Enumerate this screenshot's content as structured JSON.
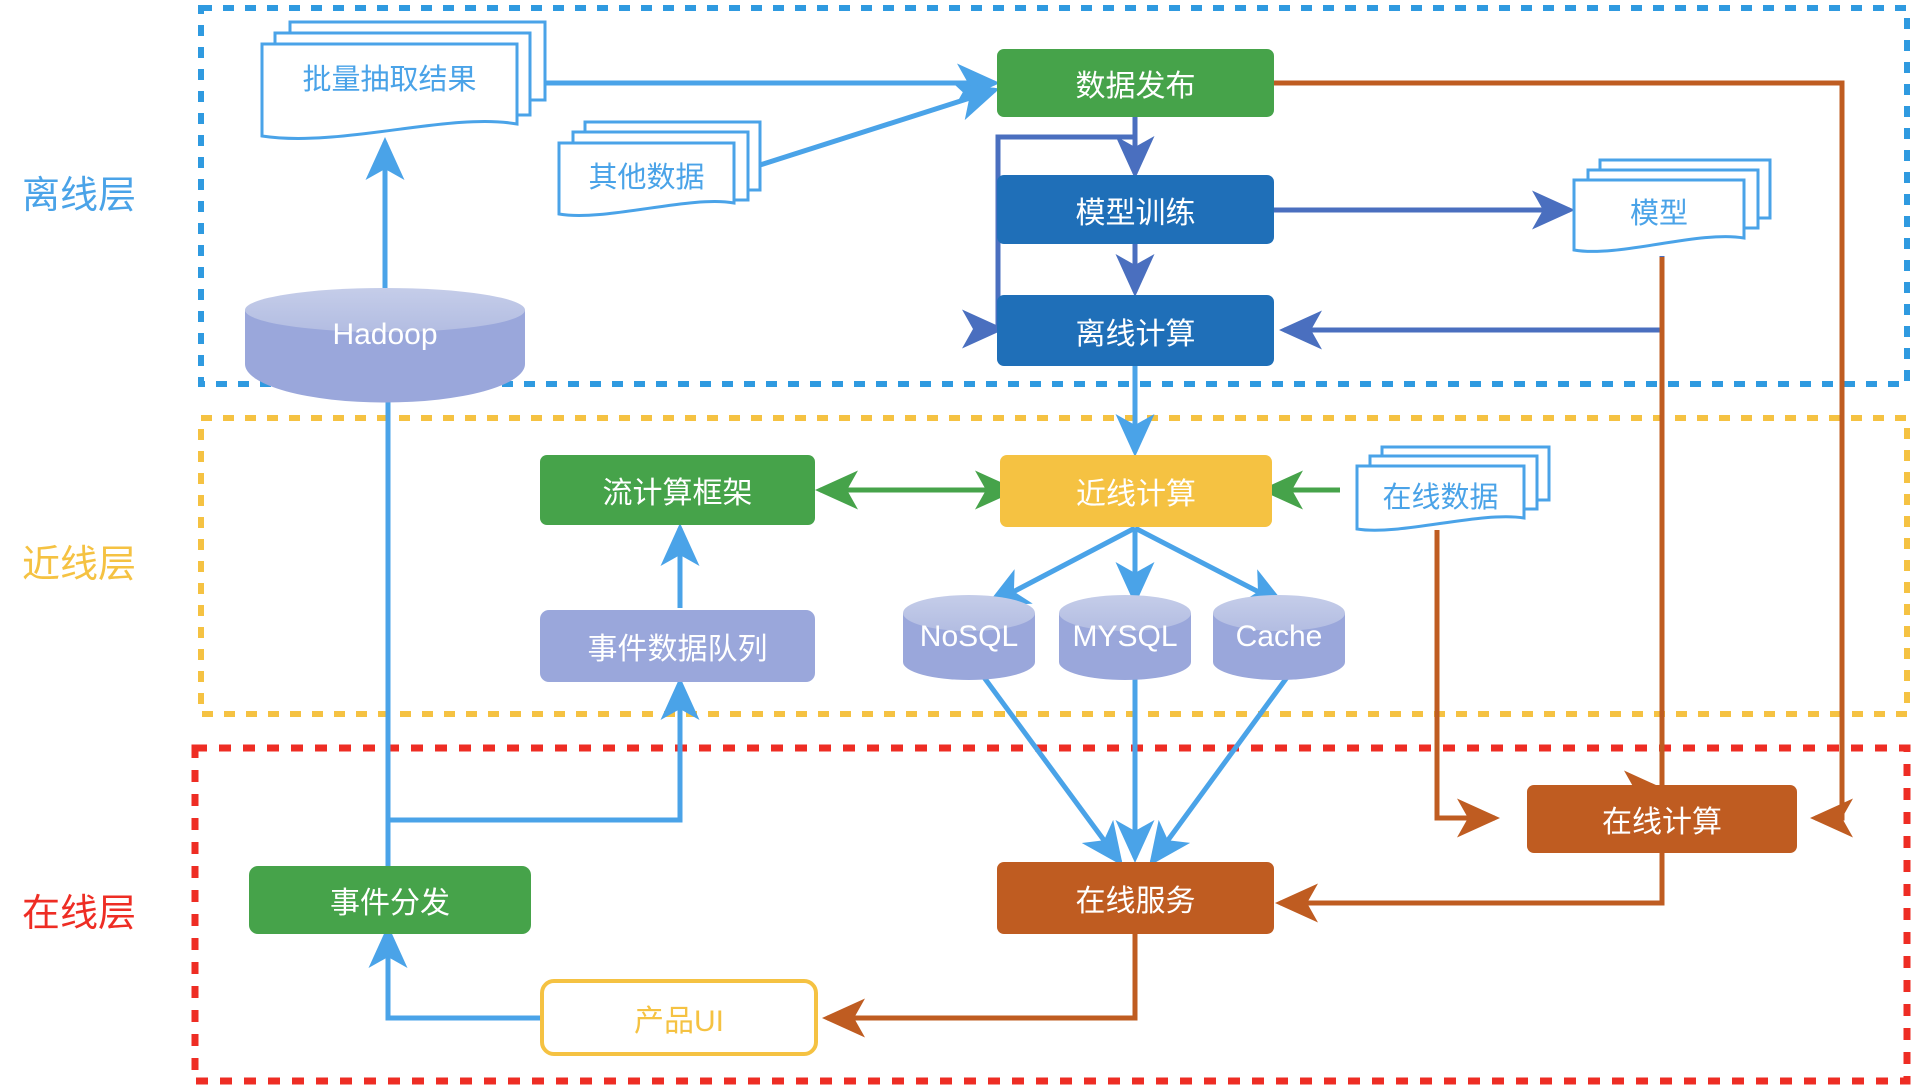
{
  "diagram": {
    "title": "Lambda architecture layered data platform diagram",
    "layers": [
      {
        "id": "offline",
        "label": "离线层",
        "color": "#4aa3e8",
        "border_style": "dotted"
      },
      {
        "id": "nearline",
        "label": "近线层",
        "color": "#f5c242",
        "border_style": "dotted"
      },
      {
        "id": "online",
        "label": "在线层",
        "color": "#ee2d24",
        "border_style": "dotted"
      }
    ],
    "nodes": [
      {
        "id": "batch-extract-result",
        "label": "批量抽取结果",
        "shape": "document-stack",
        "layer": "offline",
        "fill": "#ffffff",
        "stroke": "#4aa3e8",
        "text_color": "#4aa3e8"
      },
      {
        "id": "other-data",
        "label": "其他数据",
        "shape": "document-stack",
        "layer": "offline",
        "fill": "#ffffff",
        "stroke": "#4aa3e8",
        "text_color": "#4aa3e8"
      },
      {
        "id": "hadoop",
        "label": "Hadoop",
        "shape": "cylinder",
        "layer": "offline",
        "fill": "#9aa7db",
        "text_color": "#ffffff"
      },
      {
        "id": "data-publish",
        "label": "数据发布",
        "shape": "rounded-rect",
        "layer": "offline",
        "fill": "#4aa койка",
        "text_color": "#ffffff"
      },
      {
        "id": "model-training",
        "label": "模型训练",
        "shape": "rounded-rect",
        "layer": "offline",
        "fill": "#1f6fb8",
        "text_color": "#ffffff"
      },
      {
        "id": "offline-compute",
        "label": "离线计算",
        "shape": "rounded-rect",
        "layer": "offline",
        "fill": "#1f6fb8",
        "text_color": "#ffffff"
      },
      {
        "id": "model",
        "label": "模型",
        "shape": "document-stack",
        "layer": "offline",
        "fill": "#ffffff",
        "stroke": "#4aa3e8",
        "text_color": "#4aa3e8"
      },
      {
        "id": "stream-framework",
        "label": "流计算框架",
        "shape": "rounded-rect",
        "layer": "nearline",
        "fill": "#46a34a",
        "text_color": "#ffffff"
      },
      {
        "id": "nearline-compute",
        "label": "近线计算",
        "shape": "rounded-rect",
        "layer": "nearline",
        "fill": "#f5c242",
        "text_color": "#ffffff"
      },
      {
        "id": "online-data",
        "label": "在线数据",
        "shape": "document-stack",
        "layer": "nearline",
        "fill": "#ffffff",
        "stroke": "#4aa3e8",
        "text_color": "#4aa3e8"
      },
      {
        "id": "event-queue",
        "label": "事件数据队列",
        "shape": "rounded-rect",
        "layer": "nearline",
        "fill": "#9aa7db",
        "text_color": "#ffffff"
      },
      {
        "id": "nosql",
        "label": "NoSQL",
        "shape": "cylinder",
        "layer": "nearline",
        "fill": "#9aa7db",
        "text_color": "#ffffff"
      },
      {
        "id": "mysql",
        "label": "MYSQL",
        "shape": "cylinder",
        "layer": "nearline",
        "fill": "#9aa7db",
        "text_color": "#ffffff"
      },
      {
        "id": "cache",
        "label": "Cache",
        "shape": "cylinder",
        "layer": "nearline",
        "fill": "#9aa7db",
        "text_color": "#ffffff"
      },
      {
        "id": "event-dispatch",
        "label": "事件分发",
        "shape": "rounded-rect",
        "layer": "online",
        "fill": "#46a34a",
        "text_color": "#ffffff"
      },
      {
        "id": "online-service",
        "label": "在线服务",
        "shape": "rounded-rect",
        "layer": "online",
        "fill": "#bf5c21",
        "text_color": "#ffffff"
      },
      {
        "id": "online-compute",
        "label": "在线计算",
        "shape": "rounded-rect",
        "layer": "online",
        "fill": "#bf5c21",
        "text_color": "#ffffff"
      },
      {
        "id": "product-ui",
        "label": "产品UI",
        "shape": "rounded-rect-outline",
        "layer": "online",
        "fill": "#ffffff",
        "stroke": "#f5c242",
        "text_color": "#f5c242"
      }
    ],
    "edges": [
      {
        "from": "hadoop",
        "to": "batch-extract-result",
        "color": "#4aa3e8"
      },
      {
        "from": "batch-extract-result",
        "to": "data-publish",
        "color": "#4aa3e8"
      },
      {
        "from": "other-data",
        "to": "data-publish",
        "color": "#4aa3e8"
      },
      {
        "from": "data-publish",
        "to": "model-training",
        "color": "#4a6fbf"
      },
      {
        "from": "data-publish",
        "to": "offline-compute",
        "color": "#4a6fbf"
      },
      {
        "from": "model-training",
        "to": "offline-compute",
        "color": "#4a6fbf"
      },
      {
        "from": "model-training",
        "to": "model",
        "color": "#4a6fbf"
      },
      {
        "from": "model",
        "to": "offline-compute",
        "color": "#4a6fbf"
      },
      {
        "from": "data-publish",
        "to": "online-compute",
        "color": "#bf5c21"
      },
      {
        "from": "model",
        "to": "online-compute",
        "color": "#bf5c21"
      },
      {
        "from": "offline-compute",
        "to": "nearline-compute",
        "color": "#4aa3e8"
      },
      {
        "from": "nearline-compute",
        "to": "stream-framework",
        "color": "#46a34a",
        "bidirectional": true
      },
      {
        "from": "online-data",
        "to": "nearline-compute",
        "color": "#46a34a"
      },
      {
        "from": "online-data",
        "to": "online-compute",
        "color": "#bf5c21"
      },
      {
        "from": "nearline-compute",
        "to": "nosql",
        "color": "#4aa3e8"
      },
      {
        "from": "nearline-compute",
        "to": "mysql",
        "color": "#4aa3e8"
      },
      {
        "from": "nearline-compute",
        "to": "cache",
        "color": "#4aa3e8"
      },
      {
        "from": "nosql",
        "to": "online-service",
        "color": "#4aa3e8"
      },
      {
        "from": "mysql",
        "to": "online-service",
        "color": "#4aa3e8"
      },
      {
        "from": "cache",
        "to": "online-service",
        "color": "#4aa3e8"
      },
      {
        "from": "event-queue",
        "to": "stream-framework",
        "color": "#4aa3e8"
      },
      {
        "from": "event-dispatch",
        "to": "event-queue",
        "color": "#4aa3e8"
      },
      {
        "from": "event-dispatch",
        "to": "hadoop",
        "color": "#4aa3e8"
      },
      {
        "from": "product-ui",
        "to": "event-dispatch",
        "color": "#4aa3e8"
      },
      {
        "from": "online-service",
        "to": "product-ui",
        "color": "#bf5c21"
      },
      {
        "from": "online-compute",
        "to": "online-service",
        "color": "#bf5c21"
      }
    ]
  }
}
